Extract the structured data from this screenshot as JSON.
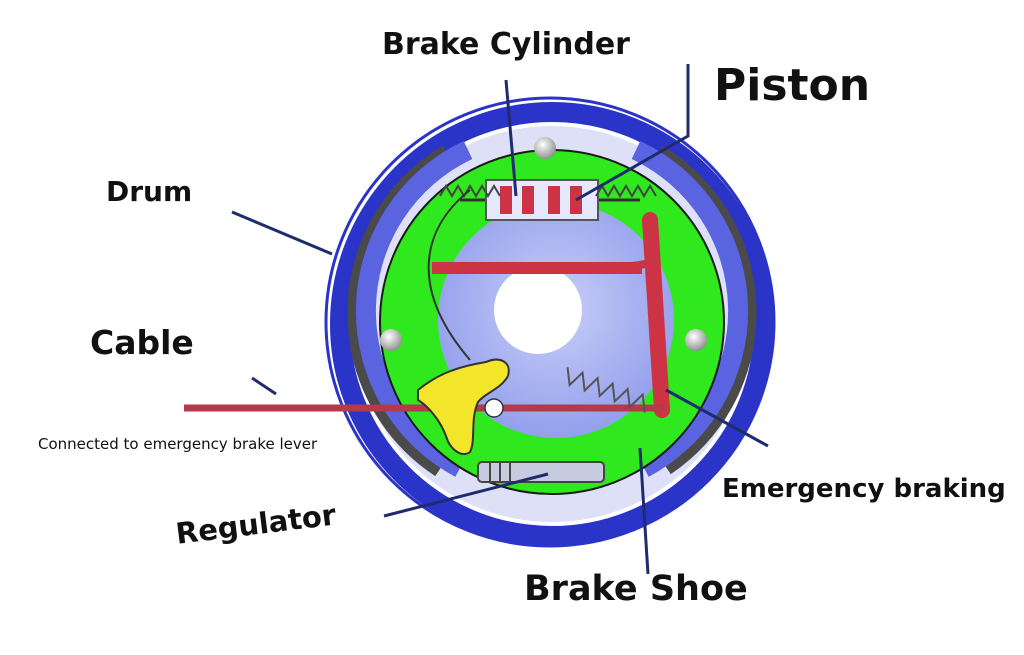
{
  "labels": {
    "drum": "Drum",
    "cable": "Cable",
    "cable_note": "Connected to emergency brake lever",
    "regulator": "Regulator",
    "brake_cylinder": "Brake Cylinder",
    "piston": "Piston",
    "emergency_braking": "Emergency braking",
    "brake_shoe": "Brake Shoe"
  },
  "colors": {
    "drum_outer": "#2b34c8",
    "drum_inner": "#5a63e0",
    "backing_plate": "#2fe81e",
    "center_disc": "#8f9bec",
    "lever": "#cc3344",
    "cam": "#f2e52a",
    "leader": "#1e2c6e",
    "lining": "#4a4a4a"
  }
}
